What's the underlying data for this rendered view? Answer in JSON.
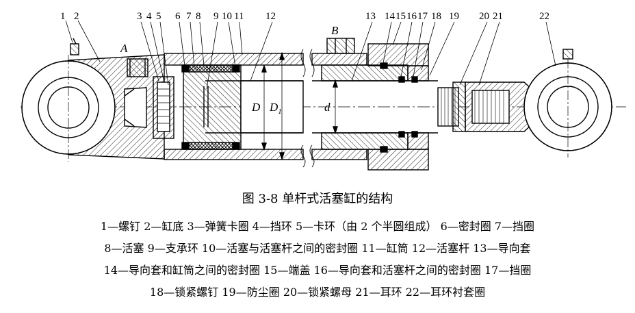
{
  "figure": {
    "title": "图 3-8   单杆式活塞缸的结构",
    "part_numbers": [
      "1",
      "2",
      "3",
      "4",
      "5",
      "6",
      "7",
      "8",
      "9",
      "10",
      "11",
      "12",
      "13",
      "14",
      "15",
      "16",
      "17",
      "18",
      "19",
      "20",
      "21",
      "22"
    ],
    "dimension_labels": {
      "D": "D",
      "D1": "D",
      "D1_sub": "1",
      "d": "d"
    },
    "view_labels": {
      "A": "A",
      "B": "B"
    }
  },
  "legend": {
    "line1": "1—螺钉   2—缸底   3—弹簧卡圈   4—挡环   5—卡环（由 2 个半圆组成）   6—密封圈   7—挡圈",
    "line2": "8—活塞   9—支承环   10—活塞与活塞杆之间的密封圈   11—缸筒   12—活塞杆   13—导向套",
    "line3": "14—导向套和缸筒之间的密封圈   15—端盖   16—导向套和活塞杆之间的密封圈   17—挡圈",
    "line4": "18—锁紧螺钉   19—防尘圈   20—锁紧螺母   21—耳环   22—耳环衬套圈"
  }
}
